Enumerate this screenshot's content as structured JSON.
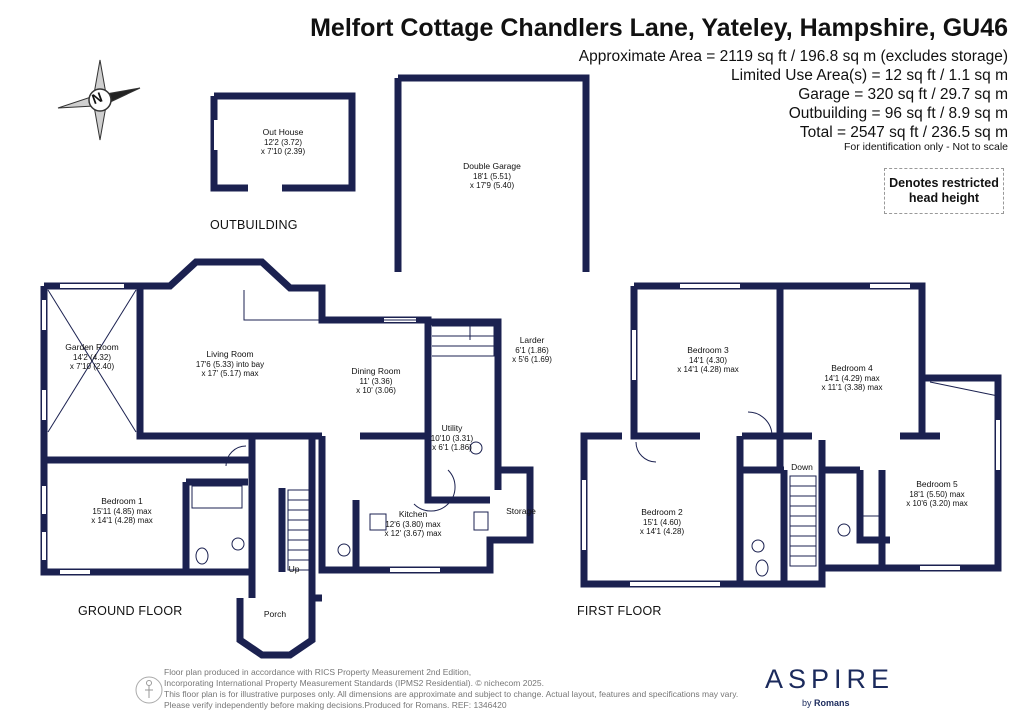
{
  "header": {
    "title": "Melfort Cottage Chandlers Lane, Yateley, Hampshire, GU46",
    "areas": [
      "Approximate Area = 2119 sq ft / 196.8 sq m (excludes storage)",
      "Limited Use Area(s) = 12 sq ft / 1.1 sq m",
      "Garage = 320 sq ft / 29.7 sq m",
      "Outbuilding = 96 sq ft / 8.9 sq m",
      "Total = 2547 sq ft / 236.5 sq m"
    ],
    "identification_note": "For identification only - Not to scale"
  },
  "legend": {
    "line1": "Denotes restricted",
    "line2": "head height"
  },
  "compass": {
    "letter": "N",
    "icon": "compass-icon"
  },
  "floors": {
    "outbuilding": "OUTBUILDING",
    "ground": "GROUND FLOOR",
    "first": "FIRST FLOOR"
  },
  "rooms": {
    "out_house": {
      "name": "Out House",
      "l1": "12'2 (3.72)",
      "l2": "x 7'10 (2.39)"
    },
    "garage": {
      "name": "Double Garage",
      "l1": "18'1 (5.51)",
      "l2": "x 17'9 (5.40)"
    },
    "garden_room": {
      "name": "Garden Room",
      "l1": "14'2 (4.32)",
      "l2": "x 7'10 (2.40)"
    },
    "living_room": {
      "name": "Living Room",
      "l1": "17'6 (5.33) into bay",
      "l2": "x 17' (5.17) max"
    },
    "dining_room": {
      "name": "Dining Room",
      "l1": "11' (3.36)",
      "l2": "x 10' (3.06)"
    },
    "larder": {
      "name": "Larder",
      "l1": "6'1 (1.86)",
      "l2": "x 5'6 (1.69)"
    },
    "utility": {
      "name": "Utility",
      "l1": "10'10 (3.31)",
      "l2": "x 6'1 (1.86)"
    },
    "kitchen": {
      "name": "Kitchen",
      "l1": "12'6 (3.80) max",
      "l2": "x 12' (3.67) max"
    },
    "storage": {
      "name": "Storage"
    },
    "bedroom1": {
      "name": "Bedroom 1",
      "l1": "15'11 (4.85) max",
      "l2": "x 14'1 (4.28) max"
    },
    "porch": {
      "name": "Porch"
    },
    "up": {
      "name": "Up"
    },
    "bedroom3": {
      "name": "Bedroom 3",
      "l1": "14'1 (4.30)",
      "l2": "x 14'1 (4.28) max"
    },
    "bedroom4": {
      "name": "Bedroom 4",
      "l1": "14'1 (4.29) max",
      "l2": "x 11'1 (3.38) max"
    },
    "bedroom2": {
      "name": "Bedroom 2",
      "l1": "15'1 (4.60)",
      "l2": "x 14'1 (4.28)"
    },
    "bedroom5": {
      "name": "Bedroom 5",
      "l1": "18'1 (5.50) max",
      "l2": "x 10'6 (3.20) max"
    },
    "down": {
      "name": "Down"
    }
  },
  "footer": {
    "line1": "Floor plan produced in accordance with RICS Property Measurement 2nd Edition,",
    "line2": "Incorporating International Property Measurement Standards (IPMS2 Residential).  © nichecom 2025.",
    "line3": "This floor plan is for illustrative purposes only. All dimensions are approximate and subject to change. Actual layout, features and specifications may vary.",
    "line4": "Please verify independently before making decisions.Produced for Romans.   REF: 1346420"
  },
  "brand": {
    "name": "ASPIRE",
    "by": "by",
    "partner": "Romans"
  },
  "colors": {
    "wall": "#1b2150",
    "text": "#111111",
    "brand": "#1b2a5c"
  }
}
